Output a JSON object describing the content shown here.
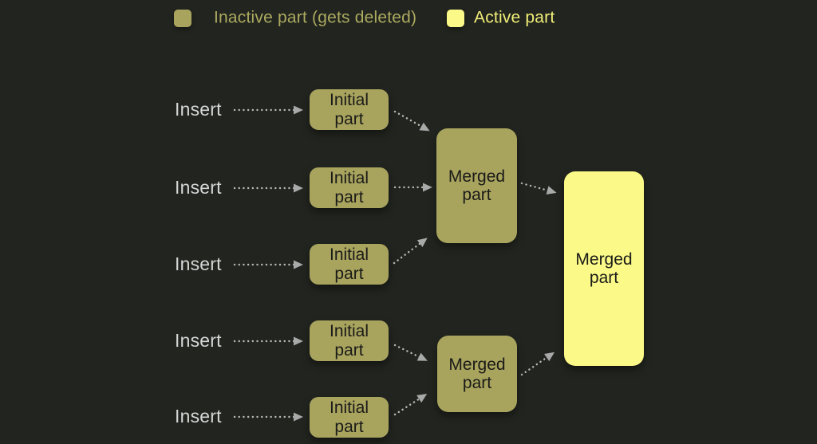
{
  "canvas": {
    "background": "#22241f"
  },
  "legend": {
    "inactive": {
      "label": "Inactive part (gets deleted)",
      "swatch_color": "#a8a45e",
      "text_color": "#abaa60"
    },
    "active": {
      "label": "Active part",
      "swatch_color": "#fbfa88",
      "text_color": "#f0ee78"
    }
  },
  "inserts": [
    {
      "label": "Insert"
    },
    {
      "label": "Insert"
    },
    {
      "label": "Insert"
    },
    {
      "label": "Insert"
    },
    {
      "label": "Insert"
    }
  ],
  "nodes": {
    "initial_parts": [
      {
        "label": "Initial part",
        "state": "inactive"
      },
      {
        "label": "Initial part",
        "state": "inactive"
      },
      {
        "label": "Initial part",
        "state": "inactive"
      },
      {
        "label": "Initial part",
        "state": "inactive"
      },
      {
        "label": "Initial part",
        "state": "inactive"
      }
    ],
    "merged_top": {
      "label": "Merged part",
      "state": "inactive"
    },
    "merged_bottom": {
      "label": "Merged part",
      "state": "inactive"
    },
    "merged_final": {
      "label": "Merged part",
      "state": "active"
    }
  },
  "colors": {
    "background": "#22241f",
    "inactive_part": "#a8a45e",
    "active_part": "#fbfa88",
    "arrow": "#b9b9b9",
    "insert_text": "#d6d6d6",
    "node_text": "#1a1a18"
  }
}
